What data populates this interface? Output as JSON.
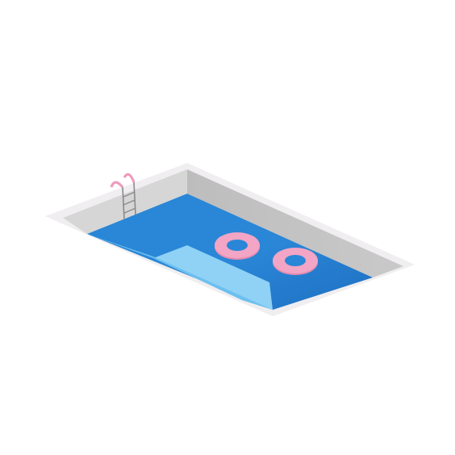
{
  "colors": {
    "background": "#ffffff",
    "deck": "#ffffff",
    "deck_shadow": "#f0eef0",
    "wall_back": "#c9c9c9",
    "wall_left": "#d6d6d6",
    "wall_top_shade": "#bdbdbd",
    "water_deep": "#1e6fc2",
    "water_main": "#2a86d6",
    "water_shallow": "#6cc0ef",
    "water_step": "#8fd2f5",
    "ring_pink": "#f2a5c5",
    "ring_pink_dark": "#e58bb0",
    "ladder_metal": "#8a8a8a",
    "ladder_handle": "#ee9cbf"
  },
  "objects": {
    "pool": "swimming-pool",
    "floats": [
      "pink-swim-ring",
      "pink-swim-ring"
    ],
    "ladder": "pool-ladder"
  }
}
